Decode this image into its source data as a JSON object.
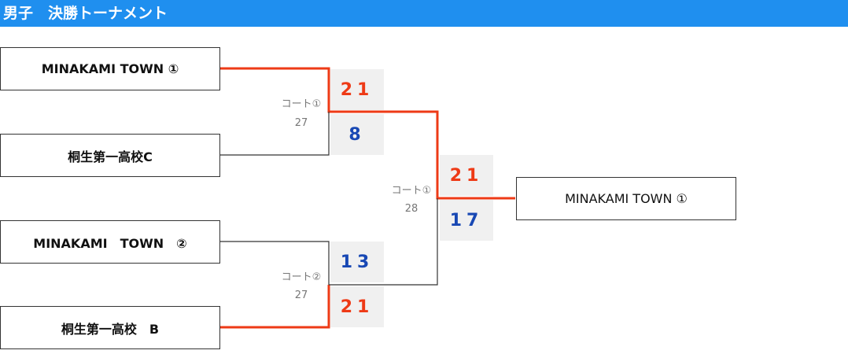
{
  "header": {
    "title": "男子　決勝トーナメント"
  },
  "teams": {
    "t1": "MINAKAMI TOWN ①",
    "t2": "桐生第一高校C",
    "t3": "MINAKAMI　TOWN　②",
    "t4": "桐生第一高校　B"
  },
  "matches": {
    "m1": {
      "court": "コート①",
      "number": "27",
      "score_top": "21",
      "score_bottom": "8"
    },
    "m2": {
      "court": "コート②",
      "number": "27",
      "score_top": "13",
      "score_bottom": "21"
    },
    "final": {
      "court": "コート①",
      "number": "28",
      "score_top": "21",
      "score_bottom": "17"
    }
  },
  "winner": "MINAKAMI TOWN ①",
  "colors": {
    "header": "#1f8fef",
    "win_line": "#ee3a16",
    "lose_line": "#333333",
    "win_score": "#ee3a16",
    "lose_score": "#1848b4"
  }
}
